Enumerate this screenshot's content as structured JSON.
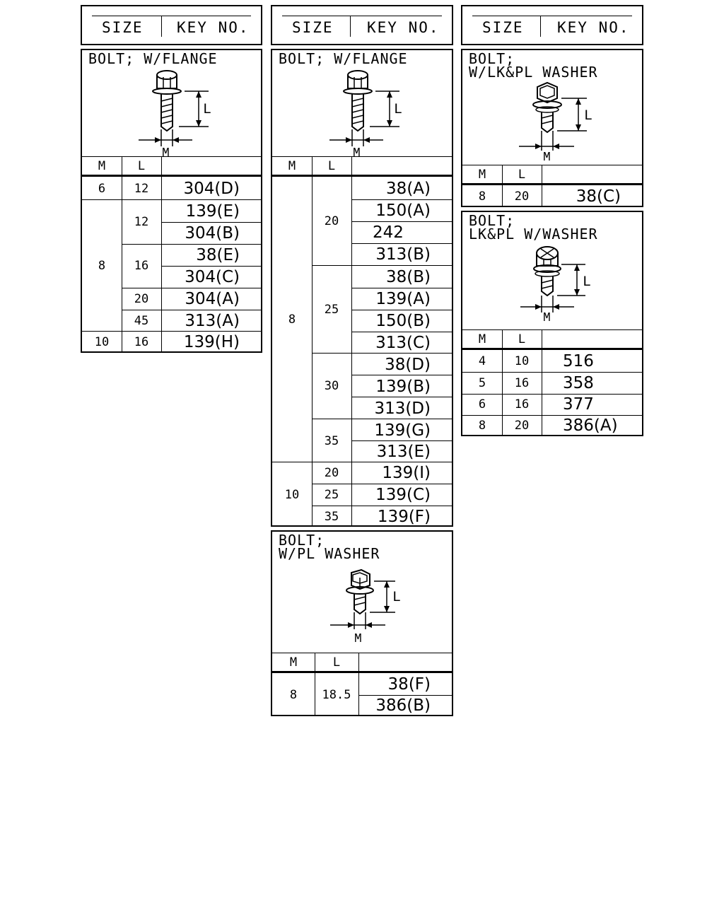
{
  "headers": {
    "size": "SIZE",
    "key_no": "KEY NO."
  },
  "columns": {
    "m": "M",
    "l": "L"
  },
  "dim_labels": {
    "l": "L",
    "m": "M"
  },
  "panels": {
    "flange_left": {
      "title": "BOLT; W/FLANGE",
      "icon": "bolt-flange-icon",
      "rows": [
        {
          "m": "6",
          "l": "12",
          "key": "304(D)"
        },
        {
          "m": "8",
          "l": "12",
          "keys": [
            "139(E)",
            "304(B)"
          ]
        },
        {
          "l": "16",
          "keys": [
            "38(E)",
            "304(C)"
          ]
        },
        {
          "l": "20",
          "key": "304(A)"
        },
        {
          "l": "45",
          "key": "313(A)"
        },
        {
          "m": "10",
          "l": "16",
          "key": "139(H)"
        }
      ]
    },
    "flange_mid": {
      "title": "BOLT; W/FLANGE",
      "icon": "bolt-flange-icon",
      "m_groups": [
        "8",
        "10"
      ],
      "l_groups": [
        "20",
        "25",
        "30",
        "35",
        "20",
        "25",
        "35"
      ],
      "keys": [
        "38(A)",
        "150(A)",
        "242",
        "313(B)",
        "38(B)",
        "139(A)",
        "150(B)",
        "313(C)",
        "38(D)",
        "139(B)",
        "313(D)",
        "139(G)",
        "313(E)",
        "139(I)",
        "139(C)",
        "139(F)"
      ]
    },
    "pl_washer": {
      "title": "BOLT;\nW/PL WASHER",
      "icon": "bolt-pl-washer-icon",
      "m": "8",
      "l": "18.5",
      "keys": [
        "38(F)",
        "386(B)"
      ]
    },
    "lk_pl_washer": {
      "title": "BOLT;\nW/LK&PL WASHER",
      "icon": "bolt-lk-pl-washer-icon",
      "m": "8",
      "l": "20",
      "key": "38(C)"
    },
    "lk_pl_w_washer": {
      "title": "BOLT;\nLK&PL W/WASHER",
      "icon": "bolt-lk-pl-w-washer-icon",
      "rows": [
        {
          "m": "4",
          "l": "10",
          "key": "516"
        },
        {
          "m": "5",
          "l": "16",
          "key": "358"
        },
        {
          "m": "6",
          "l": "16",
          "key": "377"
        },
        {
          "m": "8",
          "l": "20",
          "key": "386(A)"
        }
      ]
    }
  }
}
